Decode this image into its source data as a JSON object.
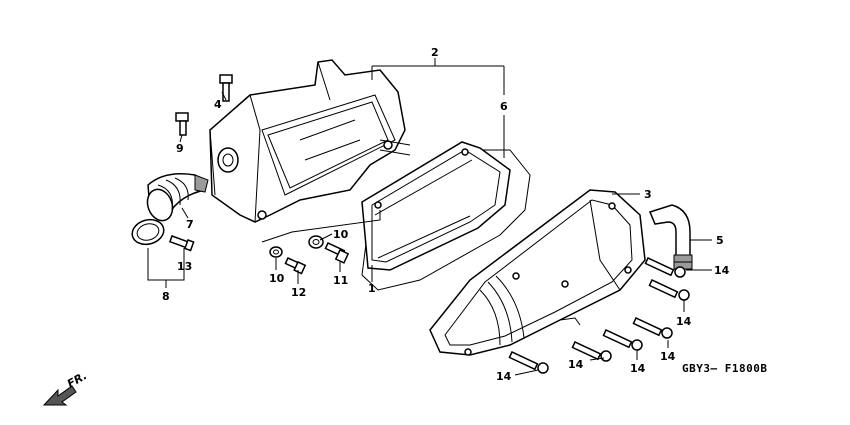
{
  "diagram": {
    "code": "GBY3– F1800B",
    "direction_label": "FR.",
    "callouts": {
      "c1": "1",
      "c2": "2",
      "c3": "3",
      "c4": "4",
      "c5": "5",
      "c6": "6",
      "c7": "7",
      "c8": "8",
      "c9": "9",
      "c10a": "10",
      "c10b": "10",
      "c11": "11",
      "c12": "12",
      "c13": "13",
      "c14a": "14",
      "c14b": "14",
      "c14c": "14",
      "c14d": "14",
      "c14e": "14",
      "c14f": "14"
    }
  }
}
